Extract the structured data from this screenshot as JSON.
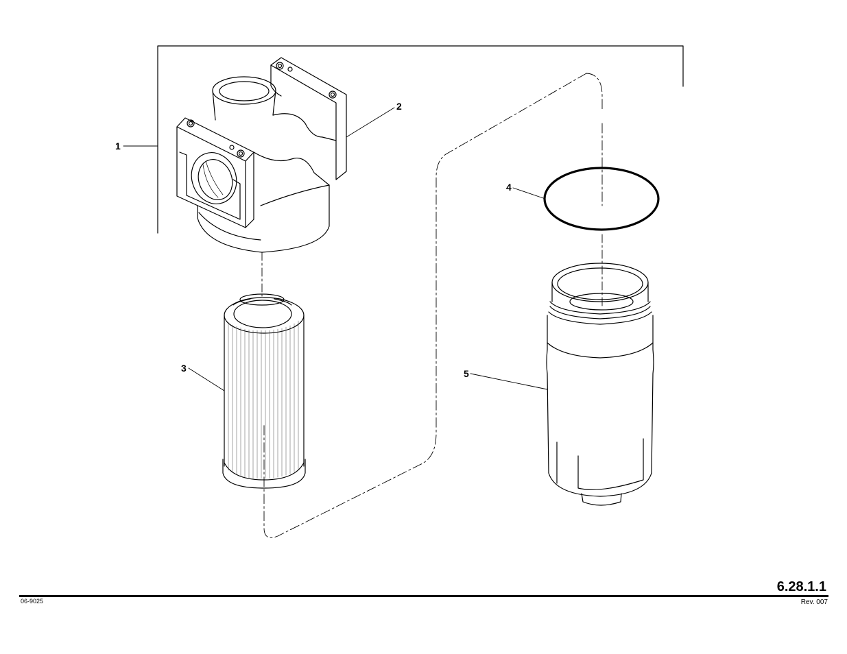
{
  "callouts": [
    {
      "id": "1",
      "label": "1"
    },
    {
      "id": "2",
      "label": "2"
    },
    {
      "id": "3",
      "label": "3"
    },
    {
      "id": "4",
      "label": "4"
    },
    {
      "id": "5",
      "label": "5"
    }
  ],
  "footer": {
    "page_number": "6.28.1.1",
    "doc_code": "06-9025",
    "revision": "Rev. 007"
  }
}
